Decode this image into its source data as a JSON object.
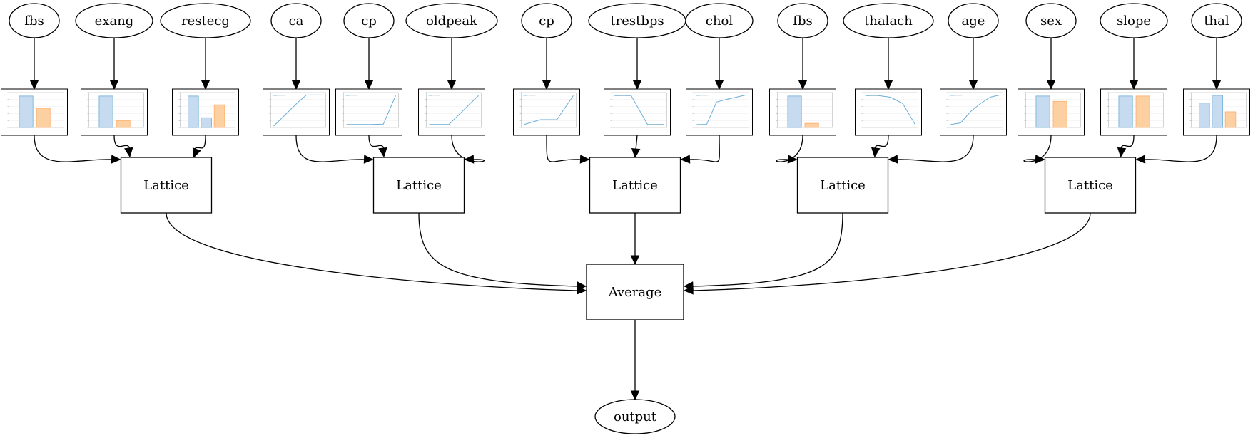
{
  "diagram": {
    "inputs": [
      "fbs",
      "exang",
      "restecg",
      "ca",
      "cp",
      "oldpeak",
      "cp",
      "trestbps",
      "chol",
      "fbs",
      "thalach",
      "age",
      "sex",
      "slope",
      "thal"
    ],
    "calibrators": [
      {
        "kind": "bar",
        "values": [
          0.9,
          0.55
        ]
      },
      {
        "kind": "bar",
        "values": [
          0.9,
          0.2
        ]
      },
      {
        "kind": "bar",
        "values": [
          0.9,
          0.28,
          0.65
        ]
      },
      {
        "kind": "line",
        "values": [
          0.0,
          0.25,
          0.5,
          0.75,
          0.97,
          0.97,
          0.97
        ]
      },
      {
        "kind": "line",
        "values": [
          0.05,
          0.05,
          0.05,
          0.06,
          0.95
        ]
      },
      {
        "kind": "line",
        "values": [
          0.05,
          0.05,
          0.05,
          0.35,
          0.65,
          0.95
        ]
      },
      {
        "kind": "line",
        "values": [
          0.05,
          0.2,
          0.2,
          0.95
        ]
      },
      {
        "kind": "line",
        "values": [
          0.95,
          0.95,
          0.05,
          0.05
        ],
        "flat": 0.5
      },
      {
        "kind": "line",
        "values": [
          0.05,
          0.05,
          0.75,
          0.83,
          0.9,
          0.97
        ]
      },
      {
        "kind": "bar",
        "values": [
          0.9,
          0.12
        ]
      },
      {
        "kind": "line",
        "values": [
          0.95,
          0.95,
          0.9,
          0.7,
          0.05
        ]
      },
      {
        "kind": "line",
        "values": [
          0.05,
          0.1,
          0.45,
          0.7,
          0.9,
          0.97
        ],
        "flat": 0.5
      },
      {
        "kind": "bar",
        "values": [
          0.9,
          0.75
        ]
      },
      {
        "kind": "bar",
        "values": [
          0.9,
          0.9
        ]
      },
      {
        "kind": "bar",
        "values": [
          0.7,
          0.92,
          0.45
        ]
      }
    ],
    "lattices": [
      "Lattice",
      "Lattice",
      "Lattice",
      "Lattice",
      "Lattice"
    ],
    "average": "Average",
    "output": "output",
    "colors": {
      "blue": "#6baed6",
      "blue_fill": "#c6dbef",
      "orange": "#fdae6b",
      "orange_fill": "#fdd0a2"
    }
  }
}
